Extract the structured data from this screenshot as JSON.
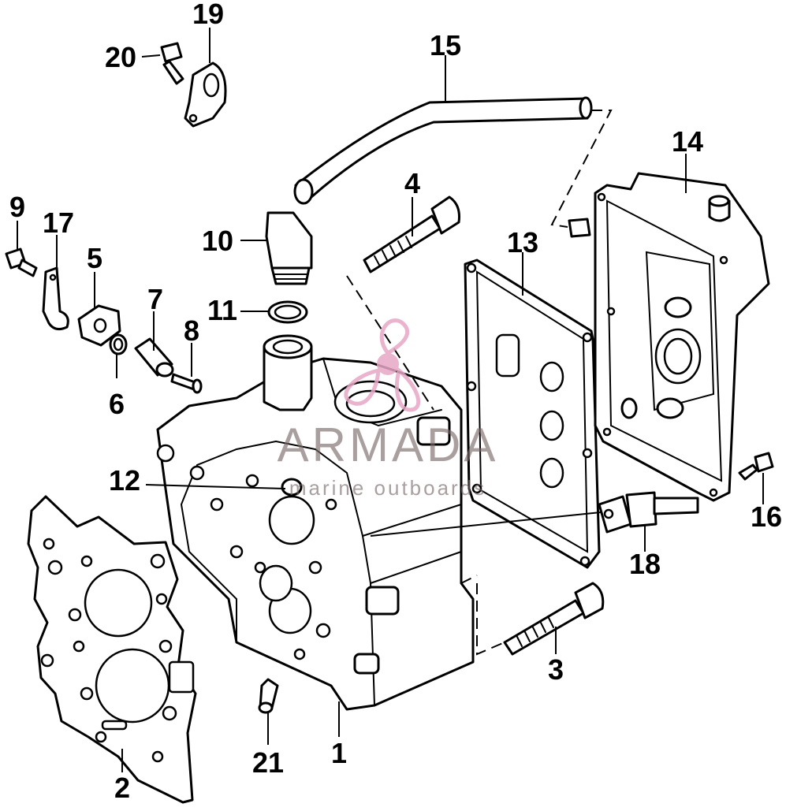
{
  "diagram": {
    "callouts": [
      "1",
      "2",
      "3",
      "4",
      "5",
      "6",
      "7",
      "8",
      "9",
      "10",
      "11",
      "12",
      "13",
      "14",
      "15",
      "16",
      "17",
      "18",
      "19",
      "20",
      "21"
    ]
  },
  "watermark": {
    "title": "ARMADA",
    "subtitle": "marine outboards",
    "logo_color": "#e7a6c6",
    "text_color": "#7a6a6a"
  }
}
